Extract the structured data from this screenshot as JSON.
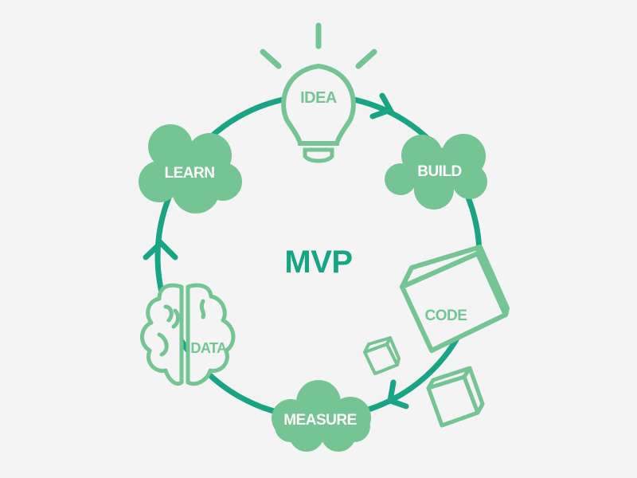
{
  "title": "MVP",
  "colors": {
    "background": "#f4f4f4",
    "ring": "#17a584",
    "accent": "#74c494",
    "label_on_cloud": "#ffffff",
    "title": "#17a584"
  },
  "stages": [
    {
      "id": "idea",
      "label": "IDEA",
      "icon": "lightbulb-icon"
    },
    {
      "id": "build",
      "label": "BUILD",
      "icon": "cloud-icon"
    },
    {
      "id": "code",
      "label": "CODE",
      "icon": "cube-icon"
    },
    {
      "id": "measure",
      "label": "MEASURE",
      "icon": "cloud-icon"
    },
    {
      "id": "data",
      "label": "DATA",
      "icon": "brain-icon"
    },
    {
      "id": "learn",
      "label": "LEARN",
      "icon": "cloud-icon"
    }
  ],
  "cycle_direction": "clockwise"
}
